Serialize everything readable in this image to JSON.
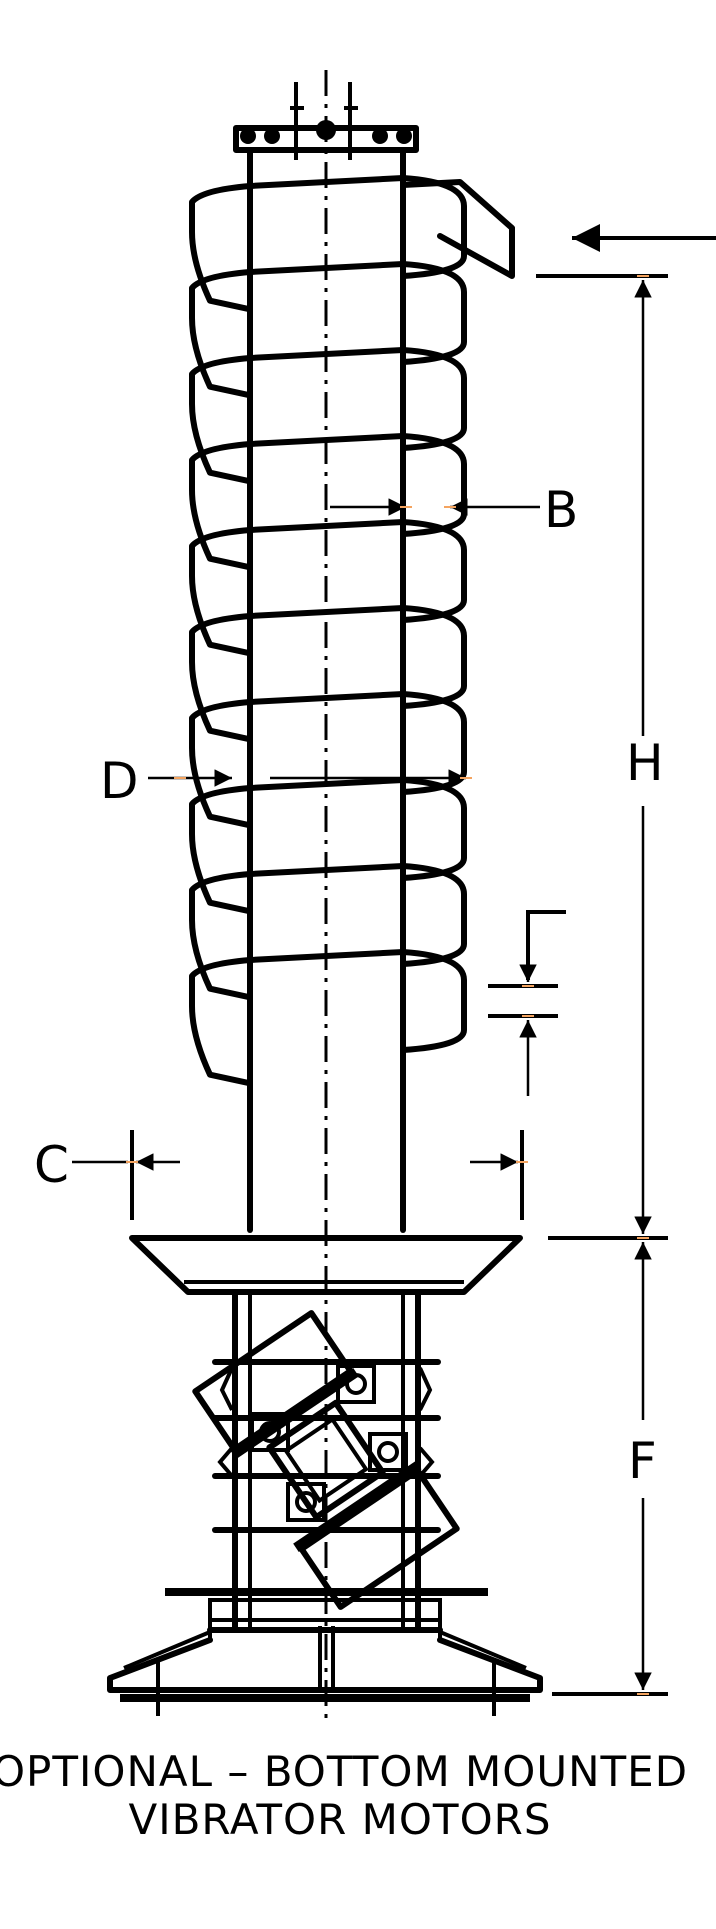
{
  "labels": {
    "b": "B",
    "c": "C",
    "d": "D",
    "h": "H",
    "f": "F"
  },
  "caption": {
    "line1": "OPTIONAL – BOTTOM MOUNTED",
    "line2": "VIBRATOR MOTORS"
  },
  "colors": {
    "line": "#000000",
    "accent": "#f4a460"
  }
}
